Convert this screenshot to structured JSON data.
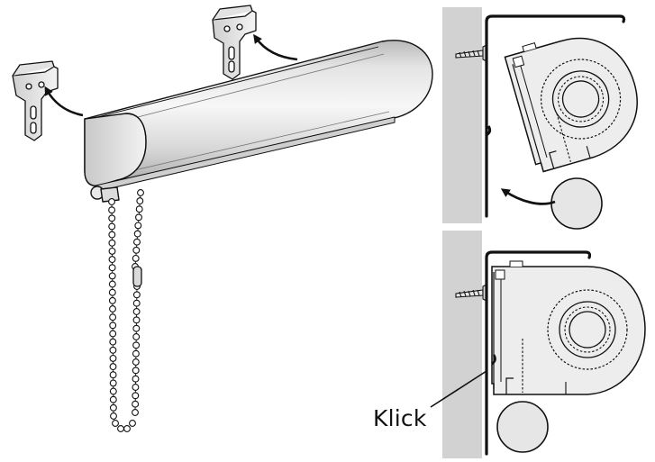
{
  "figure": {
    "callout_label": "Klick",
    "colors": {
      "wall": "#d2d2d2",
      "cassette_fill": "#ededed",
      "line": "#111111",
      "fabric_roll": "#e6e6e6"
    },
    "panels": [
      {
        "id": "overview",
        "content": "roller-blind-with-chain-and-two-brackets"
      },
      {
        "id": "step-tilt",
        "content": "cassette-hooked-on-bracket-rotating"
      },
      {
        "id": "step-click",
        "content": "cassette-clicked-into-bracket"
      }
    ]
  }
}
